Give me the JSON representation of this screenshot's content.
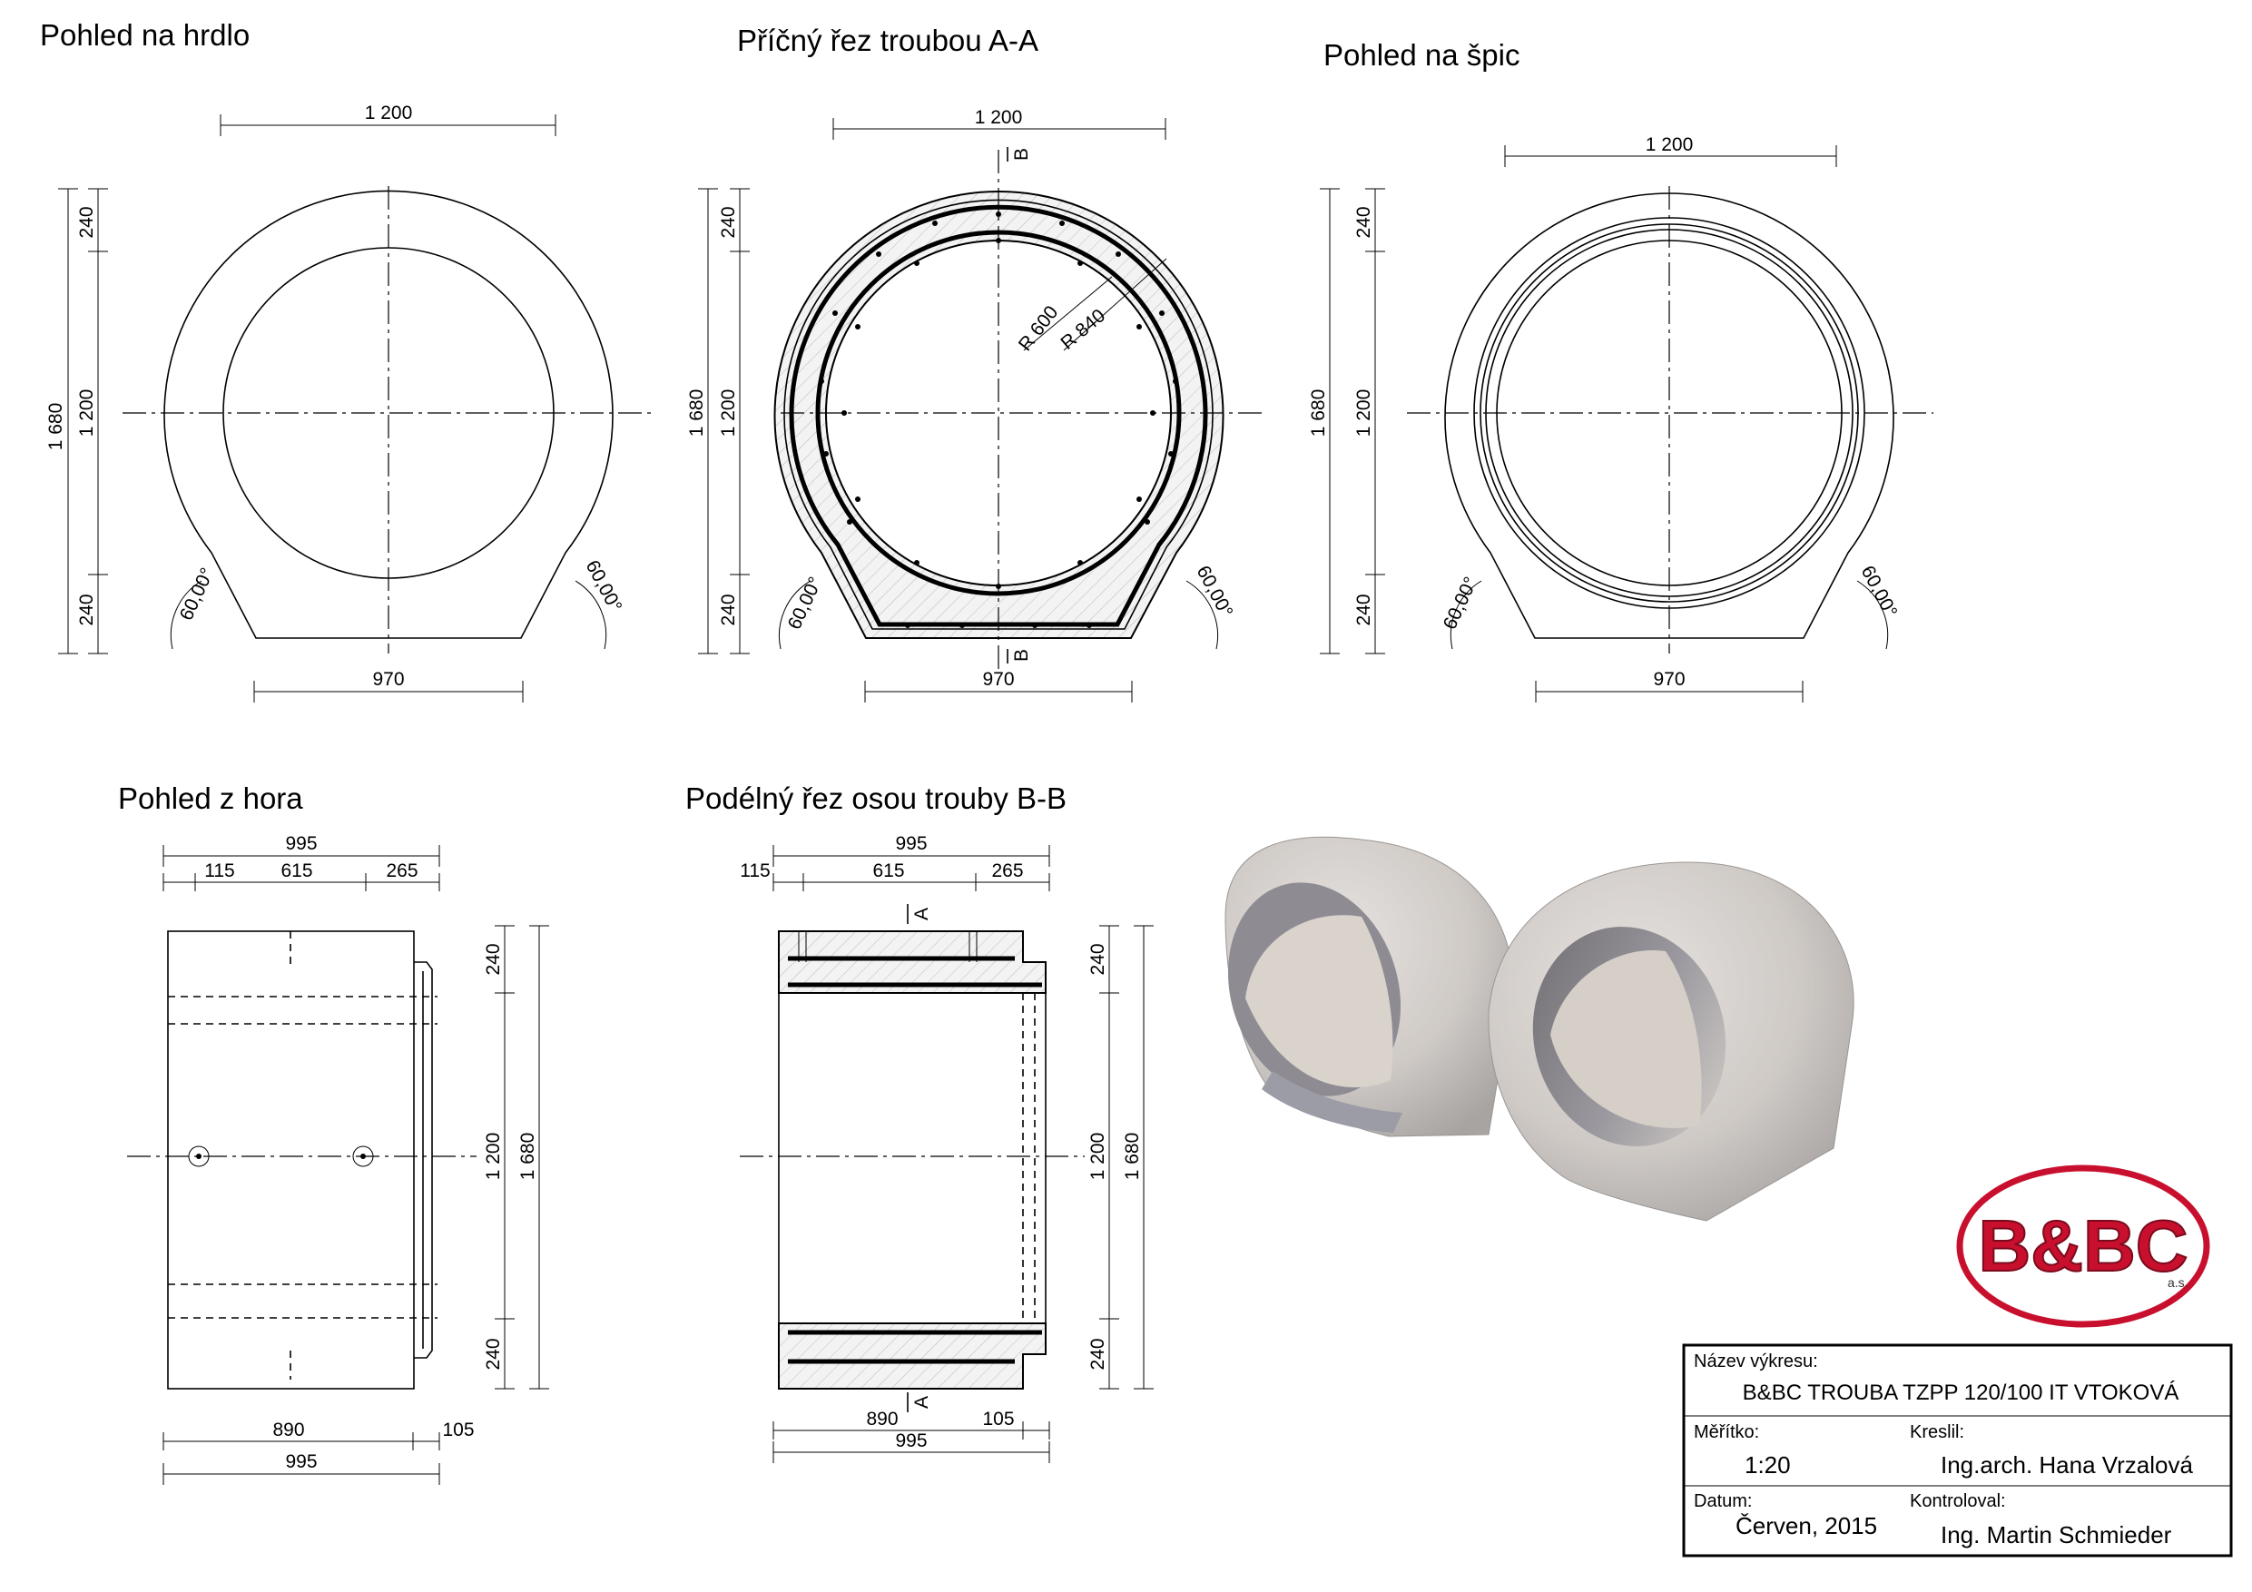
{
  "views": {
    "socket_view": {
      "title": "Pohled na hrdlo",
      "dim_top": "1 200",
      "dim_left_total": "1 680",
      "dim_left_top": "240",
      "dim_left_mid": "1 200",
      "dim_left_bottom": "240",
      "dim_bottom": "970",
      "angle_left": "60,00°",
      "angle_right": "60,00°"
    },
    "cross_section": {
      "title": "Příčný řez troubou A-A",
      "dim_top": "1 200",
      "dim_left_total": "1 680",
      "dim_left_top": "240",
      "dim_left_mid": "1 200",
      "dim_left_bottom": "240",
      "dim_bottom": "970",
      "angle_left": "60,00°",
      "angle_right": "60,00°",
      "radius_inner": "R 600",
      "radius_outer": "R 840",
      "section_mark_top": "B",
      "section_mark_bottom": "B"
    },
    "spigot_view": {
      "title": "Pohled na špic",
      "dim_top": "1 200",
      "dim_left_total": "1 680",
      "dim_left_top": "240",
      "dim_left_mid": "1 200",
      "dim_left_bottom": "240",
      "dim_bottom": "970",
      "angle_left": "60,00°",
      "angle_right": "60,00°"
    },
    "top_view": {
      "title": "Pohled z hora",
      "dim_top_total": "995",
      "dim_top_a": "115",
      "dim_top_b": "615",
      "dim_top_c": "265",
      "dim_right_top": "240",
      "dim_right_mid": "1 200",
      "dim_right_bottom": "240",
      "dim_right_total": "1 680",
      "dim_bottom_a": "890",
      "dim_bottom_b": "105",
      "dim_bottom_total": "995"
    },
    "longitudinal_section": {
      "title": "Podélný řez osou trouby B-B",
      "dim_top_total": "995",
      "dim_top_a": "115",
      "dim_top_b": "615",
      "dim_top_c": "265",
      "dim_right_top": "240",
      "dim_right_mid": "1 200",
      "dim_right_bottom": "240",
      "dim_right_total": "1 680",
      "dim_bottom_a": "890",
      "dim_bottom_b": "105",
      "dim_bottom_total": "995",
      "section_mark_top": "A",
      "section_mark_bottom": "A"
    }
  },
  "logo": {
    "text": "B&BC",
    "suffix": "a.s.",
    "color": "#c8102e"
  },
  "title_block": {
    "drawing_name_label": "Název výkresu:",
    "drawing_name": "B&BC TROUBA TZPP 120/100 IT VTOKOVÁ",
    "scale_label": "Měřítko:",
    "scale": "1:20",
    "drawn_by_label": "Kreslil:",
    "drawn_by": "Ing.arch. Hana Vrzalová",
    "date_label": "Datum:",
    "date": "Červen, 2015",
    "checked_by_label": "Kontroloval:",
    "checked_by": "Ing. Martin Schmieder"
  }
}
